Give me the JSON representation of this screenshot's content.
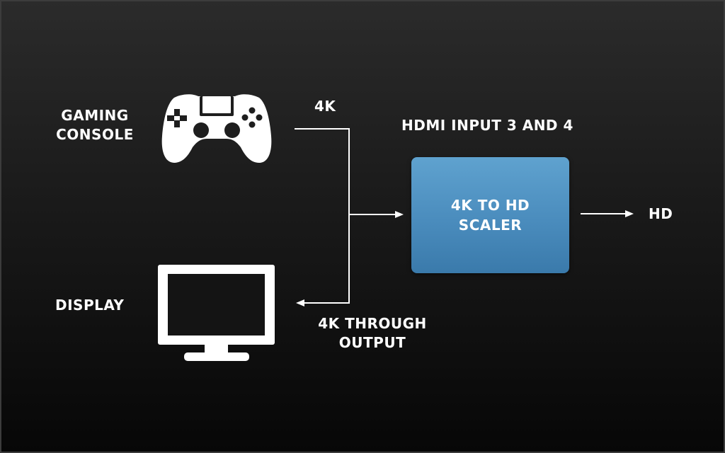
{
  "colors": {
    "background_top": "#2b2b2b",
    "background_bottom": "#070707",
    "scaler_box": "#4a8cbd",
    "line": "#ffffff",
    "text": "#ffffff"
  },
  "nodes": {
    "gaming_console": {
      "line1": "GAMING",
      "line2": "CONSOLE",
      "icon": "gamepad-icon"
    },
    "display": {
      "label": "DISPLAY",
      "icon": "monitor-icon"
    },
    "scaler": {
      "line1": "4K TO HD",
      "line2": "SCALER"
    },
    "output": {
      "label": "HD"
    }
  },
  "edge_labels": {
    "input_4k": "4K",
    "hdmi_input": "HDMI INPUT 3 AND 4",
    "through_line1": "4K THROUGH",
    "through_line2": "OUTPUT"
  }
}
